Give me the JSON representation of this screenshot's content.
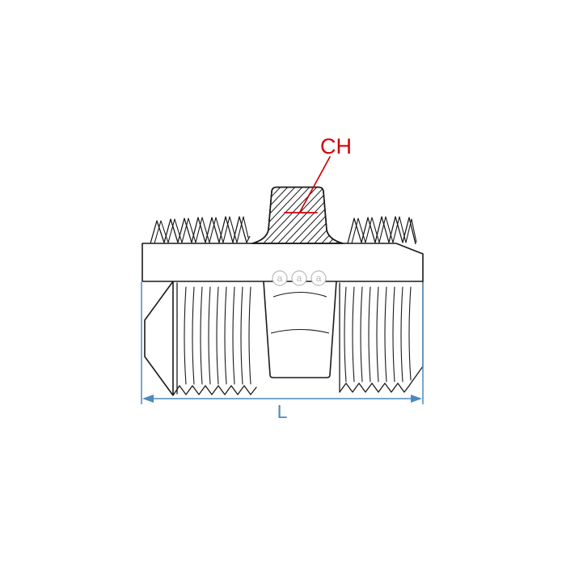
{
  "diagram": {
    "labels": {
      "ch": "CH",
      "length": "L"
    },
    "watermark": {
      "letters": [
        "a",
        "a",
        "a"
      ]
    },
    "colors": {
      "outline": "#1a1a1a",
      "thread": "#222222",
      "annotation": "#d40008",
      "dimension": "#4d89ba",
      "watermark": "#b9b9b9",
      "background": "#ffffff"
    }
  }
}
